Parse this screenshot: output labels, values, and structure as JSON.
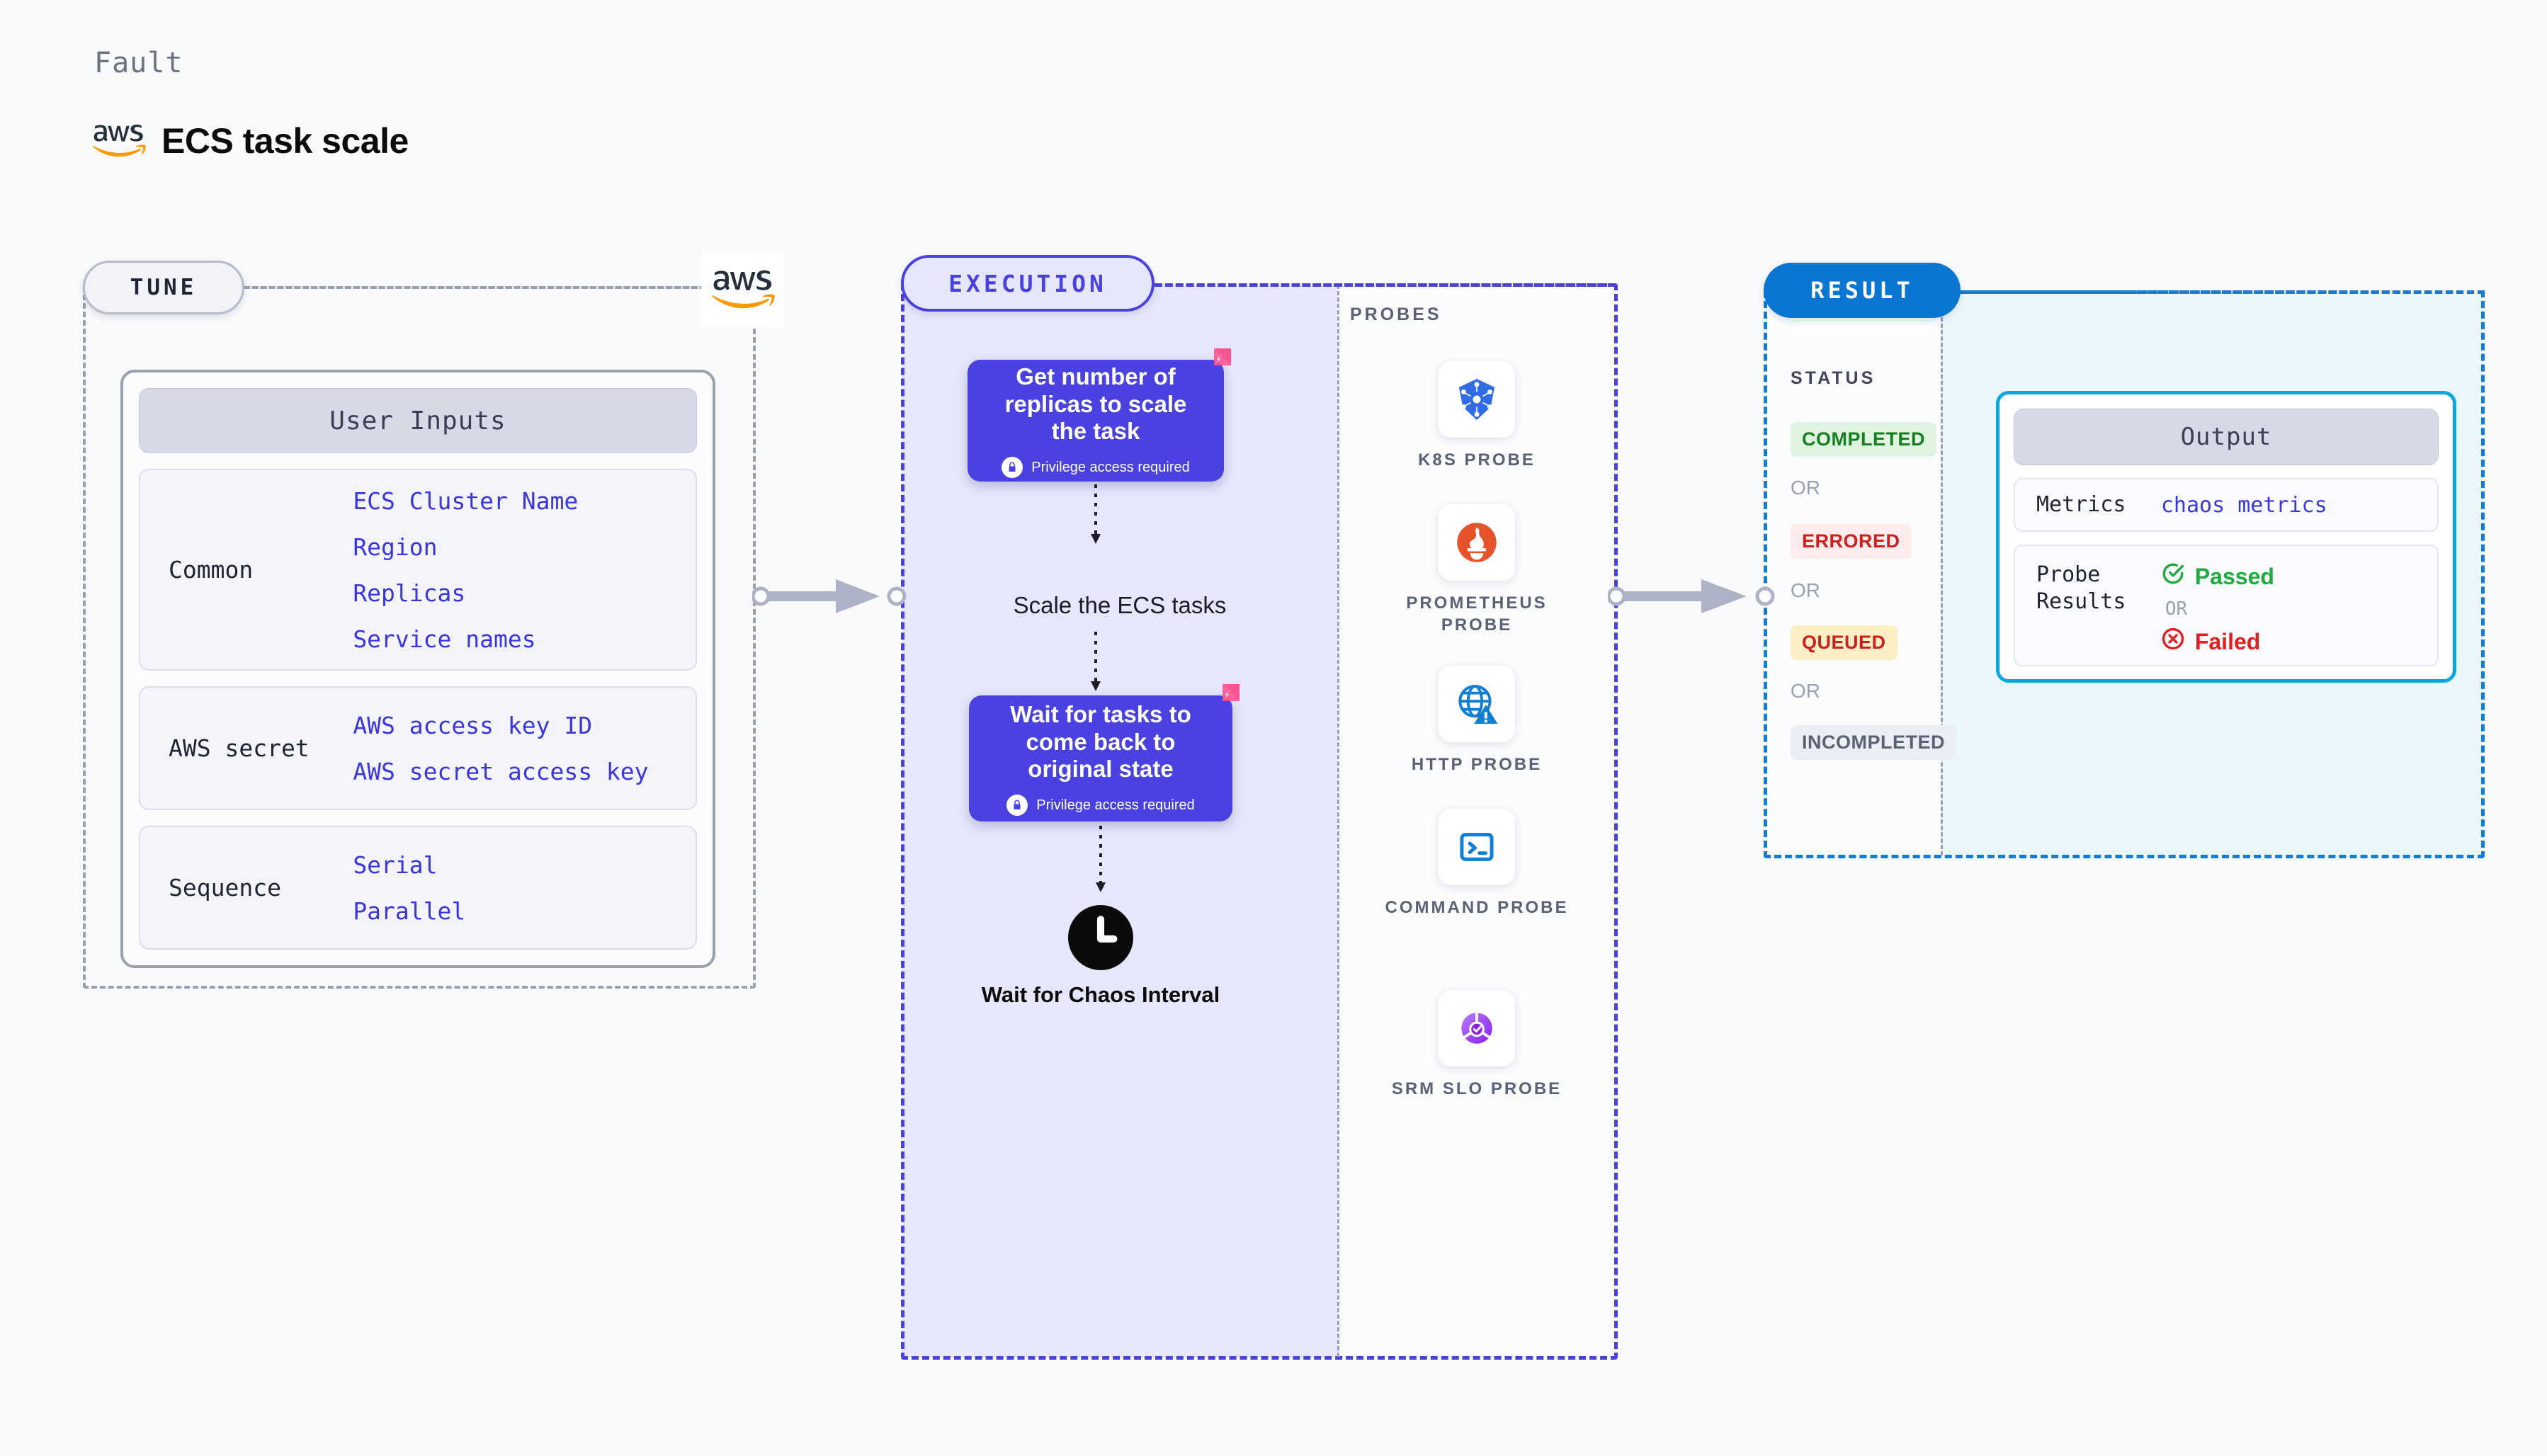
{
  "header": {
    "eyebrow": "Fault",
    "title": "ECS task scale",
    "brand_icon": "aws-logo"
  },
  "tune": {
    "pill_label": "TUNE",
    "brand_icon": "aws-logo",
    "card": {
      "header": "User Inputs",
      "rows": [
        {
          "label": "Common",
          "values": [
            "ECS Cluster Name",
            "Region",
            "Replicas",
            "Service names"
          ]
        },
        {
          "label": "AWS secret",
          "values": [
            "AWS access key ID",
            "AWS secret access key"
          ]
        },
        {
          "label": "Sequence",
          "values": [
            "Serial",
            "Parallel"
          ]
        }
      ]
    }
  },
  "execution": {
    "pill_label": "EXECUTION",
    "steps": [
      {
        "type": "node",
        "title": "Get number of replicas to scale the task",
        "privilege": "Privilege access required",
        "privilege_icon": "lock-icon",
        "chaos_icon": "chaos-bolt-icon"
      },
      {
        "type": "plain",
        "title": "Scale the ECS tasks"
      },
      {
        "type": "node",
        "title": "Wait for tasks to come back to original state",
        "privilege": "Privilege access required",
        "privilege_icon": "lock-icon",
        "chaos_icon": "chaos-bolt-icon"
      },
      {
        "type": "icon",
        "title": "Wait for Chaos Interval",
        "icon": "clock-icon"
      }
    ],
    "probes": {
      "label": "PROBES",
      "items": [
        {
          "name": "K8S PROBE",
          "icon": "kubernetes-icon"
        },
        {
          "name": "PROMETHEUS PROBE",
          "icon": "prometheus-icon"
        },
        {
          "name": "HTTP PROBE",
          "icon": "http-globe-icon"
        },
        {
          "name": "COMMAND PROBE",
          "icon": "terminal-icon"
        },
        {
          "name": "SRM SLO PROBE",
          "icon": "srm-slo-icon"
        }
      ]
    }
  },
  "result": {
    "pill_label": "RESULT",
    "status_label": "STATUS",
    "or_label": "OR",
    "statuses": [
      {
        "label": "COMPLETED",
        "bg": "#dff5e1",
        "fg": "#16801f"
      },
      {
        "label": "ERRORED",
        "bg": "#fdecec",
        "fg": "#cc2020"
      },
      {
        "label": "QUEUED",
        "bg": "#fdeec4",
        "fg": "#cc2020"
      },
      {
        "label": "INCOMPLETED",
        "bg": "#eceef5",
        "fg": "#5b6275"
      }
    ],
    "output": {
      "header": "Output",
      "metrics_label": "Metrics",
      "metrics_value": "chaos metrics",
      "probe_results_label": "Probe Results",
      "passed_label": "Passed",
      "passed_icon": "check-circle-icon",
      "failed_label": "Failed",
      "failed_icon": "x-circle-icon",
      "or_label": "OR"
    }
  },
  "colors": {
    "accent_indigo": "#4a42e0",
    "accent_blue": "#0b76d1",
    "accent_cyan": "#0ba5e0",
    "chaos_pink": "#f8548f",
    "mono_blue": "#3b35e0",
    "page_bg": "#f8fafc"
  }
}
